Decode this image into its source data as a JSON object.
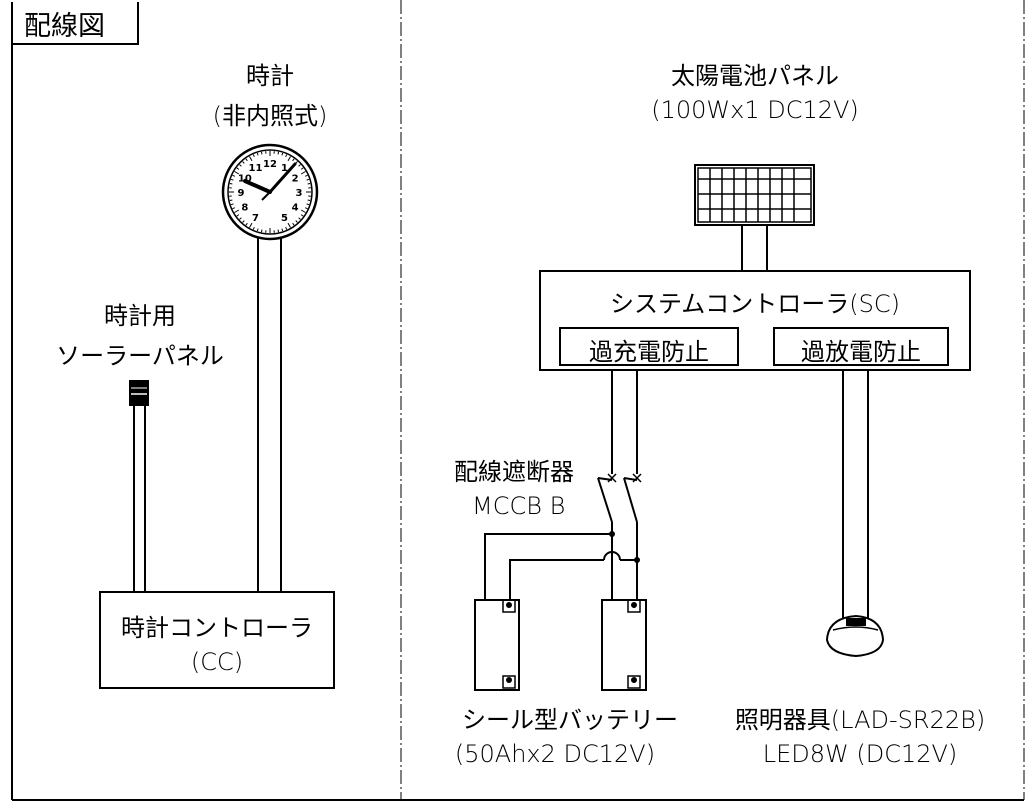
{
  "title": "配線図",
  "clock": {
    "name": "時計",
    "type": "(非内照式)"
  },
  "clock_solar": {
    "line1": "時計用",
    "line2": "ソーラーパネル"
  },
  "clock_controller": {
    "name": "時計コントローラ",
    "code": "(CC)"
  },
  "solar_panel": {
    "name": "太陽電池パネル",
    "spec": "(100Wx1 DC12V)"
  },
  "system_controller": {
    "name": "システムコントローラ(SC)",
    "overcharge": "過充電防止",
    "overdischarge": "過放電防止"
  },
  "breaker": {
    "name": "配線遮断器",
    "spec": "MCCB B"
  },
  "battery": {
    "name": "シール型バッテリー",
    "spec": "(50Ahx2 DC12V)"
  },
  "light": {
    "name": "照明器具(LAD-SR22B)",
    "spec": "LED8W (DC12V)"
  },
  "clock_face_numbers": [
    "12",
    "1",
    "2",
    "3",
    "4",
    "5",
    "7",
    "8",
    "9",
    "10",
    "11"
  ]
}
